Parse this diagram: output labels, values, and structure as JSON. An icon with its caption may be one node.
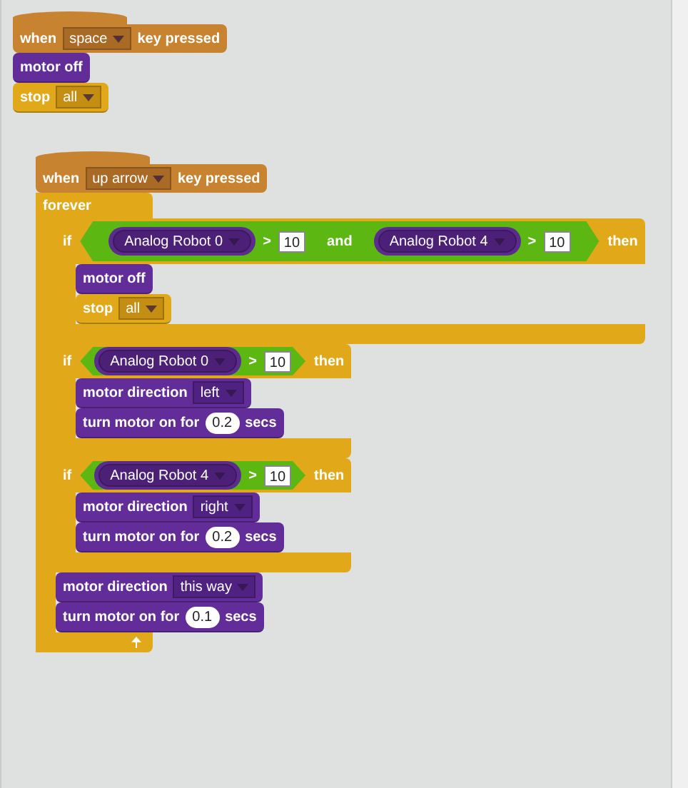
{
  "diagram": {
    "nodes": [
      {
        "text": [
          "when",
          "space",
          "key pressed"
        ]
      },
      {
        "text": [
          "motor off"
        ]
      },
      {
        "text": [
          "stop",
          "all"
        ]
      },
      {
        "text": [
          "when",
          "up arrow",
          "key pressed"
        ]
      },
      {
        "text": [
          "forever"
        ]
      },
      {
        "text": [
          "if",
          "then"
        ],
        "in": 4
      },
      {
        "text": [
          "and"
        ],
        "in": 5
      },
      {
        "text": [
          ">",
          "10"
        ],
        "in": 6
      },
      {
        "text": [
          "Analog Robot 0"
        ],
        "in": 7
      },
      {
        "text": [
          ">",
          "10"
        ],
        "in": 6
      },
      {
        "text": [
          "Analog Robot 4"
        ],
        "in": 9
      },
      {
        "text": [
          "motor off"
        ],
        "in": 5
      },
      {
        "text": [
          "stop",
          "all"
        ],
        "in": 5
      },
      {
        "text": [
          "if",
          "then"
        ],
        "in": 4
      },
      {
        "text": [
          ">",
          "10"
        ],
        "in": 13
      },
      {
        "text": [
          "Analog Robot 0"
        ],
        "in": 14
      },
      {
        "text": [
          "motor direction",
          "left"
        ],
        "in": 13
      },
      {
        "text": [
          "turn motor on for",
          "0.2",
          "secs"
        ],
        "in": 13
      },
      {
        "text": [
          "if",
          "then"
        ],
        "in": 4
      },
      {
        "text": [
          ">",
          "10"
        ],
        "in": 18
      },
      {
        "text": [
          "Analog Robot 4"
        ],
        "in": 19
      },
      {
        "text": [
          "motor direction",
          "right"
        ],
        "in": 18
      },
      {
        "text": [
          "turn motor on for",
          "0.2",
          "secs"
        ],
        "in": 18
      },
      {
        "text": [
          "motor direction",
          "this way"
        ],
        "in": 4
      },
      {
        "text": [
          "turn motor on for",
          "0.1",
          "secs"
        ],
        "in": 4
      }
    ]
  }
}
